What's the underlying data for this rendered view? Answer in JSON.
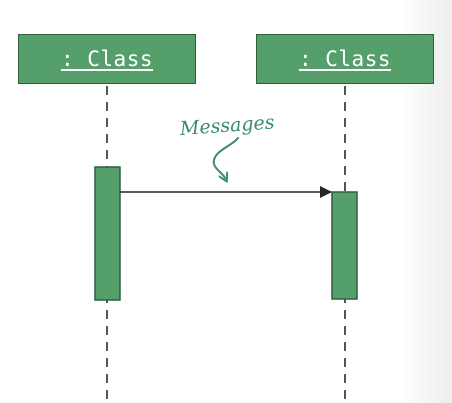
{
  "lifelines": [
    {
      "label": ": Class"
    },
    {
      "label": ": Class"
    }
  ],
  "message": {
    "annotation": "Messages"
  },
  "colors": {
    "box_fill": "#55a06a",
    "box_border": "#2f5f3f",
    "annotation": "#3a8a72",
    "line": "#1e1e1e"
  }
}
